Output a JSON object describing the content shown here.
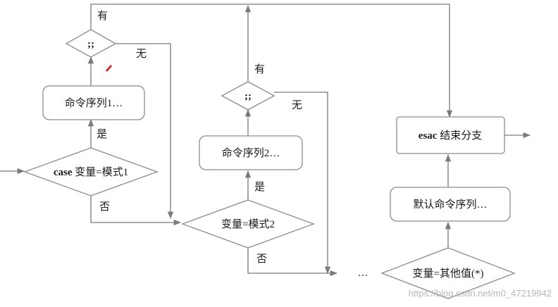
{
  "diagram": {
    "nodes": {
      "decision_1": {
        "label": ";;"
      },
      "process_1": {
        "label": "命令序列1…"
      },
      "case_1": {
        "label_bold": "case",
        "label_rest": " 变量=模式1"
      },
      "decision_2": {
        "label": ";;"
      },
      "process_2": {
        "label": "命令序列2…"
      },
      "case_2": {
        "label": "变量=模式2"
      },
      "esac": {
        "label_bold": "esac",
        "label_rest": " 结束分支"
      },
      "default_process": {
        "label": "默认命令序列…"
      },
      "default_case": {
        "label": "变量=其他值(*)"
      },
      "ellipsis": {
        "label": "…"
      }
    },
    "edge_labels": {
      "yes_1": "有",
      "no_1": "无",
      "yes_2": "有",
      "no_2": "无",
      "shi_1": "是",
      "fou_1": "否",
      "shi_2": "是",
      "fou_2": "否"
    },
    "watermark": "https://blog.csdn.net/m0_47219942"
  }
}
